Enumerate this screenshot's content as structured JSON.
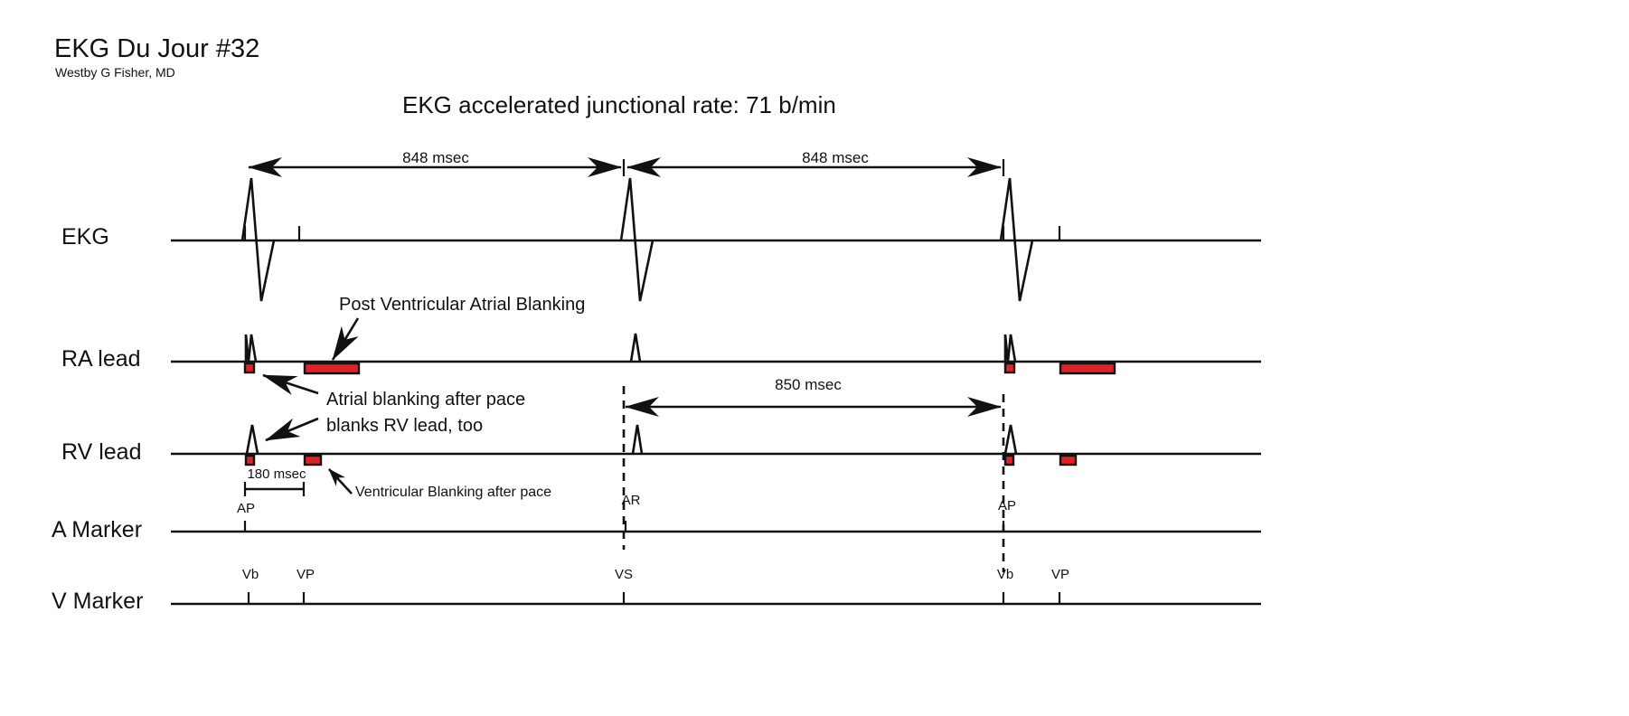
{
  "header": {
    "title": "EKG Du Jour #32",
    "author": "Westby G Fisher, MD",
    "headline": "EKG accelerated junctional rate: 71 b/min"
  },
  "rows": {
    "ekg": "EKG",
    "ra": "RA lead",
    "rv": "RV lead",
    "a_marker": "A Marker",
    "v_marker": "V Marker"
  },
  "intervals": {
    "rr_1": "848 msec",
    "rr_2": "848 msec",
    "aa": "850 msec",
    "blank_180": "180 msec"
  },
  "annotations": {
    "pvab": "Post Ventricular Atrial Blanking",
    "atrial_blank_line1": "Atrial blanking after pace",
    "atrial_blank_line2": "blanks RV lead, too",
    "vent_blank": "Ventricular Blanking after pace"
  },
  "markers": {
    "a": [
      "AP",
      "AR",
      "AP"
    ],
    "v": [
      "Vb",
      "VP",
      "VS",
      "Vb",
      "VP"
    ]
  },
  "colors": {
    "blanking": "#e02128",
    "ink": "#111111"
  }
}
